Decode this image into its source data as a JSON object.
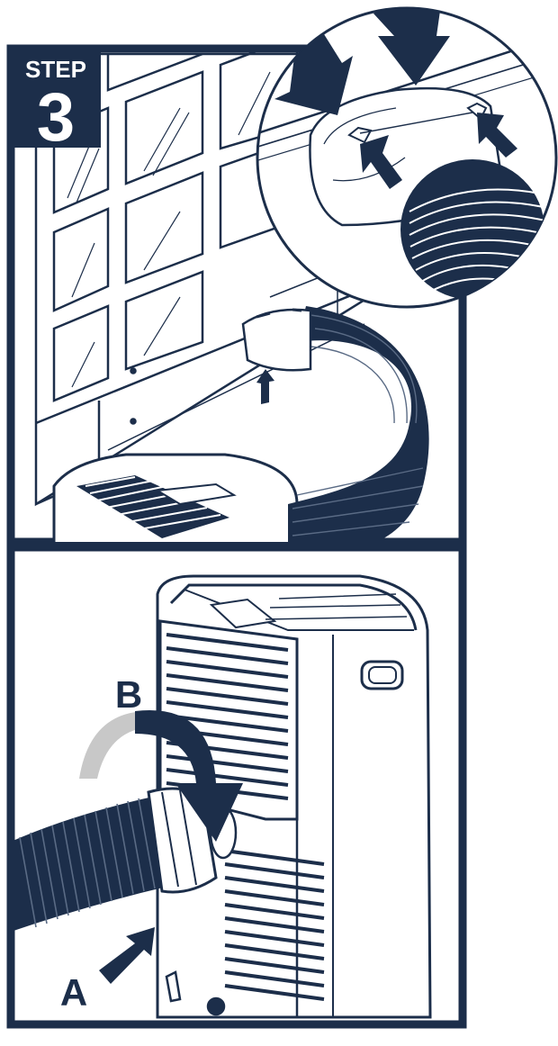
{
  "step": {
    "word": "STEP",
    "number": "3"
  },
  "panel_bottom": {
    "label_a": "A",
    "label_b": "B"
  },
  "colors": {
    "ink": "#1c2e4a",
    "arrow_light": "#c8c8c8",
    "paper": "#ffffff"
  },
  "icons": [
    "arrow-down-icon",
    "arrow-up-icon",
    "rotate-arrow-icon"
  ]
}
